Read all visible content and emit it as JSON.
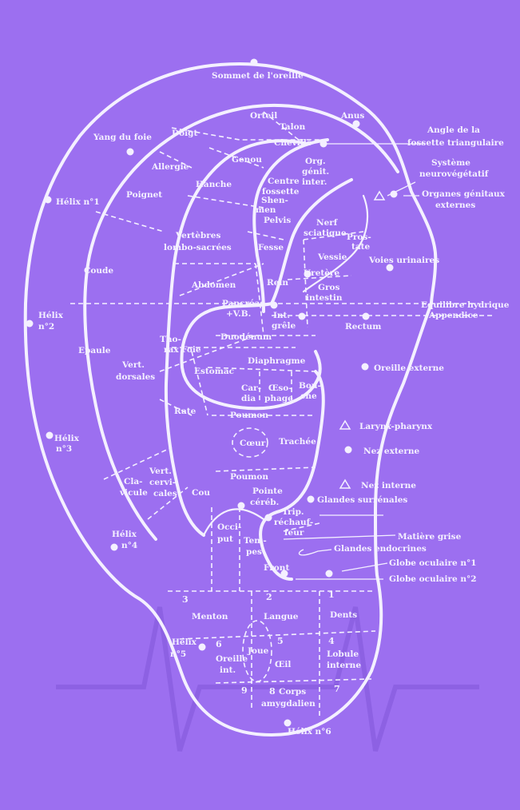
{
  "colors": {
    "background": "#9c6ff0",
    "ink": "#f4f0ff"
  },
  "labels": {
    "sommet": "Sommet de l'oreille",
    "orteil": "Orteil",
    "talon": "Talon",
    "anus": "Anus",
    "cheville": "Cheville",
    "angle1": "Angle de la",
    "angle2": "fossette triangulaire",
    "yang": "Yang du foie",
    "doigt": "Doigt",
    "genou": "Genou",
    "org1": "Org.",
    "org2": "génit.",
    "org3": "inter.",
    "sys1": "Système",
    "sys2": "neurovégétatif",
    "allergie": "Allergie",
    "centre1": "Centre",
    "centre2": "fossette",
    "hanche": "Hanche",
    "orgext1": "Organes génitaux",
    "orgext2": "externes",
    "helix1": "Hélix n°1",
    "poignet": "Poignet",
    "shen1": "Shen-",
    "shen2": "men",
    "pelvis": "Pelvis",
    "nerf1": "Nerf",
    "nerf2": "sciatique",
    "vert1": "Vertèbres",
    "vert2": "lombo-sacrées",
    "prost1": "Pros-",
    "prost2": "tate",
    "fesse": "Fesse",
    "vessie": "Vessie",
    "voies": "Voies urinaires",
    "coude": "Coude",
    "uretere": "Uretère",
    "abdomen": "Abdomen",
    "rein": "Rein",
    "gros1": "Gros",
    "gros2": "intestin",
    "panc1": "Pancréas",
    "panc2": "+V.B.",
    "equil": "Equilibre hydrique",
    "appendice": "Appendice",
    "helix2a": "Hélix",
    "helix2b": "n°2",
    "int1": "Int.",
    "int2": "grêle",
    "rectum": "Rectum",
    "thorax1": "Tho-",
    "thorax2": "rax",
    "duodenum": "Duodénum",
    "epaule": "Epaule",
    "foie": "Foie",
    "diaphragme": "Diaphragme",
    "vertd1": "Vert.",
    "vertd2": "dorsales",
    "estomac": "Estomac",
    "oreilleext": "Oreille externe",
    "cardia1": "Car-",
    "cardia2": "dia",
    "oeso1": "Œso-",
    "oeso2": "phage",
    "bouche1": "Bou-",
    "bouche2": "che",
    "rate": "Rate",
    "poumon1": "Poumon",
    "larynx": "Larynx-pharynx",
    "helix3a": "Hélix",
    "helix3b": "n°3",
    "coeur": "Cœur",
    "trachee": "Trachée",
    "nezext": "Nez externe",
    "vertc1": "Vert.",
    "vertc2": "cervi-",
    "vertc3": "cales",
    "poumon2": "Poumon",
    "clav1": "Cla-",
    "clav2": "vicule",
    "nezint": "Nez interne",
    "pointe1": "Pointe",
    "pointe2": "céréb.",
    "glandes": "Glandes surrénales",
    "cou": "Cou",
    "trip1": "Trip.",
    "trip2": "réchauf-",
    "trip3": "feur",
    "occ1": "Occi-",
    "occ2": "put",
    "helix4a": "Hélix",
    "helix4b": "n°4",
    "matiere": "Matière grise",
    "tempes": "Tempes",
    "endocrines": "Glandes endocrines",
    "front": "Front",
    "globe1": "Globe oculaire n°1",
    "globe2": "Globe oculaire n°2",
    "n3": "3",
    "n2": "2",
    "n1": "1",
    "menton": "Menton",
    "langue": "Langue",
    "dents": "Dents",
    "helix5a": "Hélix",
    "helix5b": "n°5",
    "n6": "6",
    "n5": "5",
    "n4": "4",
    "oreilleint1": "Oreille",
    "oreilleint2": "int.",
    "joue": "Joue",
    "oeil": "Œil",
    "lobule1": "Lobule",
    "lobule2": "interne",
    "n9": "9",
    "n8": "8",
    "n7": "7",
    "corps1": "Corps",
    "corps2": "amygdalien",
    "helix6": "Hélix n°6"
  }
}
